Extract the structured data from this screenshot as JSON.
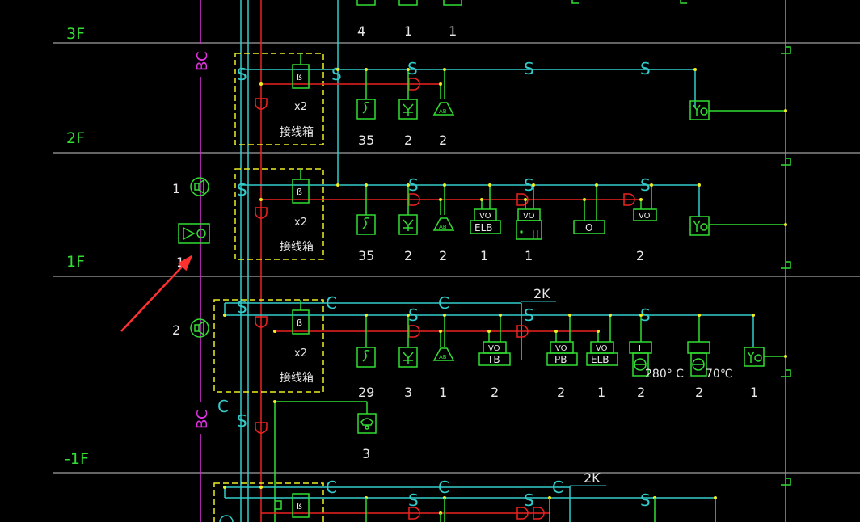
{
  "colors": {
    "background": "#000000",
    "floor_line": "#c8c8c8",
    "floor_label": "#33dd33",
    "cyan": "#33cccc",
    "red": "#ee2222",
    "green": "#33dd33",
    "yellow": "#eeee22",
    "magenta": "#dd33dd",
    "white": "#e8e8e8",
    "arrow": "#ff3030"
  },
  "floors": {
    "f3": "3F",
    "f2": "2F",
    "f1": "1F",
    "b1": "-1F"
  },
  "riser": {
    "bc_top": "BC",
    "bc_bottom": "BC",
    "icon_1_count": "1",
    "icon_2_count": "1",
    "icon_3_count": "2"
  },
  "box_common": {
    "device_glyph": "ß",
    "multiplier": "x2",
    "label": "接线箱"
  },
  "wire_marks": {
    "s": "S",
    "c": "C",
    "d": "D"
  },
  "row_3f_partial": {
    "counts": [
      "4",
      "1",
      "1"
    ]
  },
  "row_2f": {
    "counts": [
      "35",
      "2",
      "2"
    ]
  },
  "row_1f": {
    "devices": {
      "elb": "ELB",
      "o": "O",
      "vo": "VO"
    },
    "counts": [
      "35",
      "2",
      "2",
      "1",
      "1",
      "2"
    ]
  },
  "row_b1": {
    "cable_tag": "2K",
    "devices": {
      "tb": "TB",
      "pb": "PB",
      "elb": "ELB",
      "vo": "VO",
      "i": "I"
    },
    "temp_1": "280° C",
    "temp_2": "70℃",
    "counts": [
      "29",
      "3",
      "1",
      "2",
      "2",
      "1",
      "2",
      "2",
      "1"
    ],
    "phone_count": "3"
  },
  "row_b2_partial": {
    "cable_tag": "2K"
  }
}
